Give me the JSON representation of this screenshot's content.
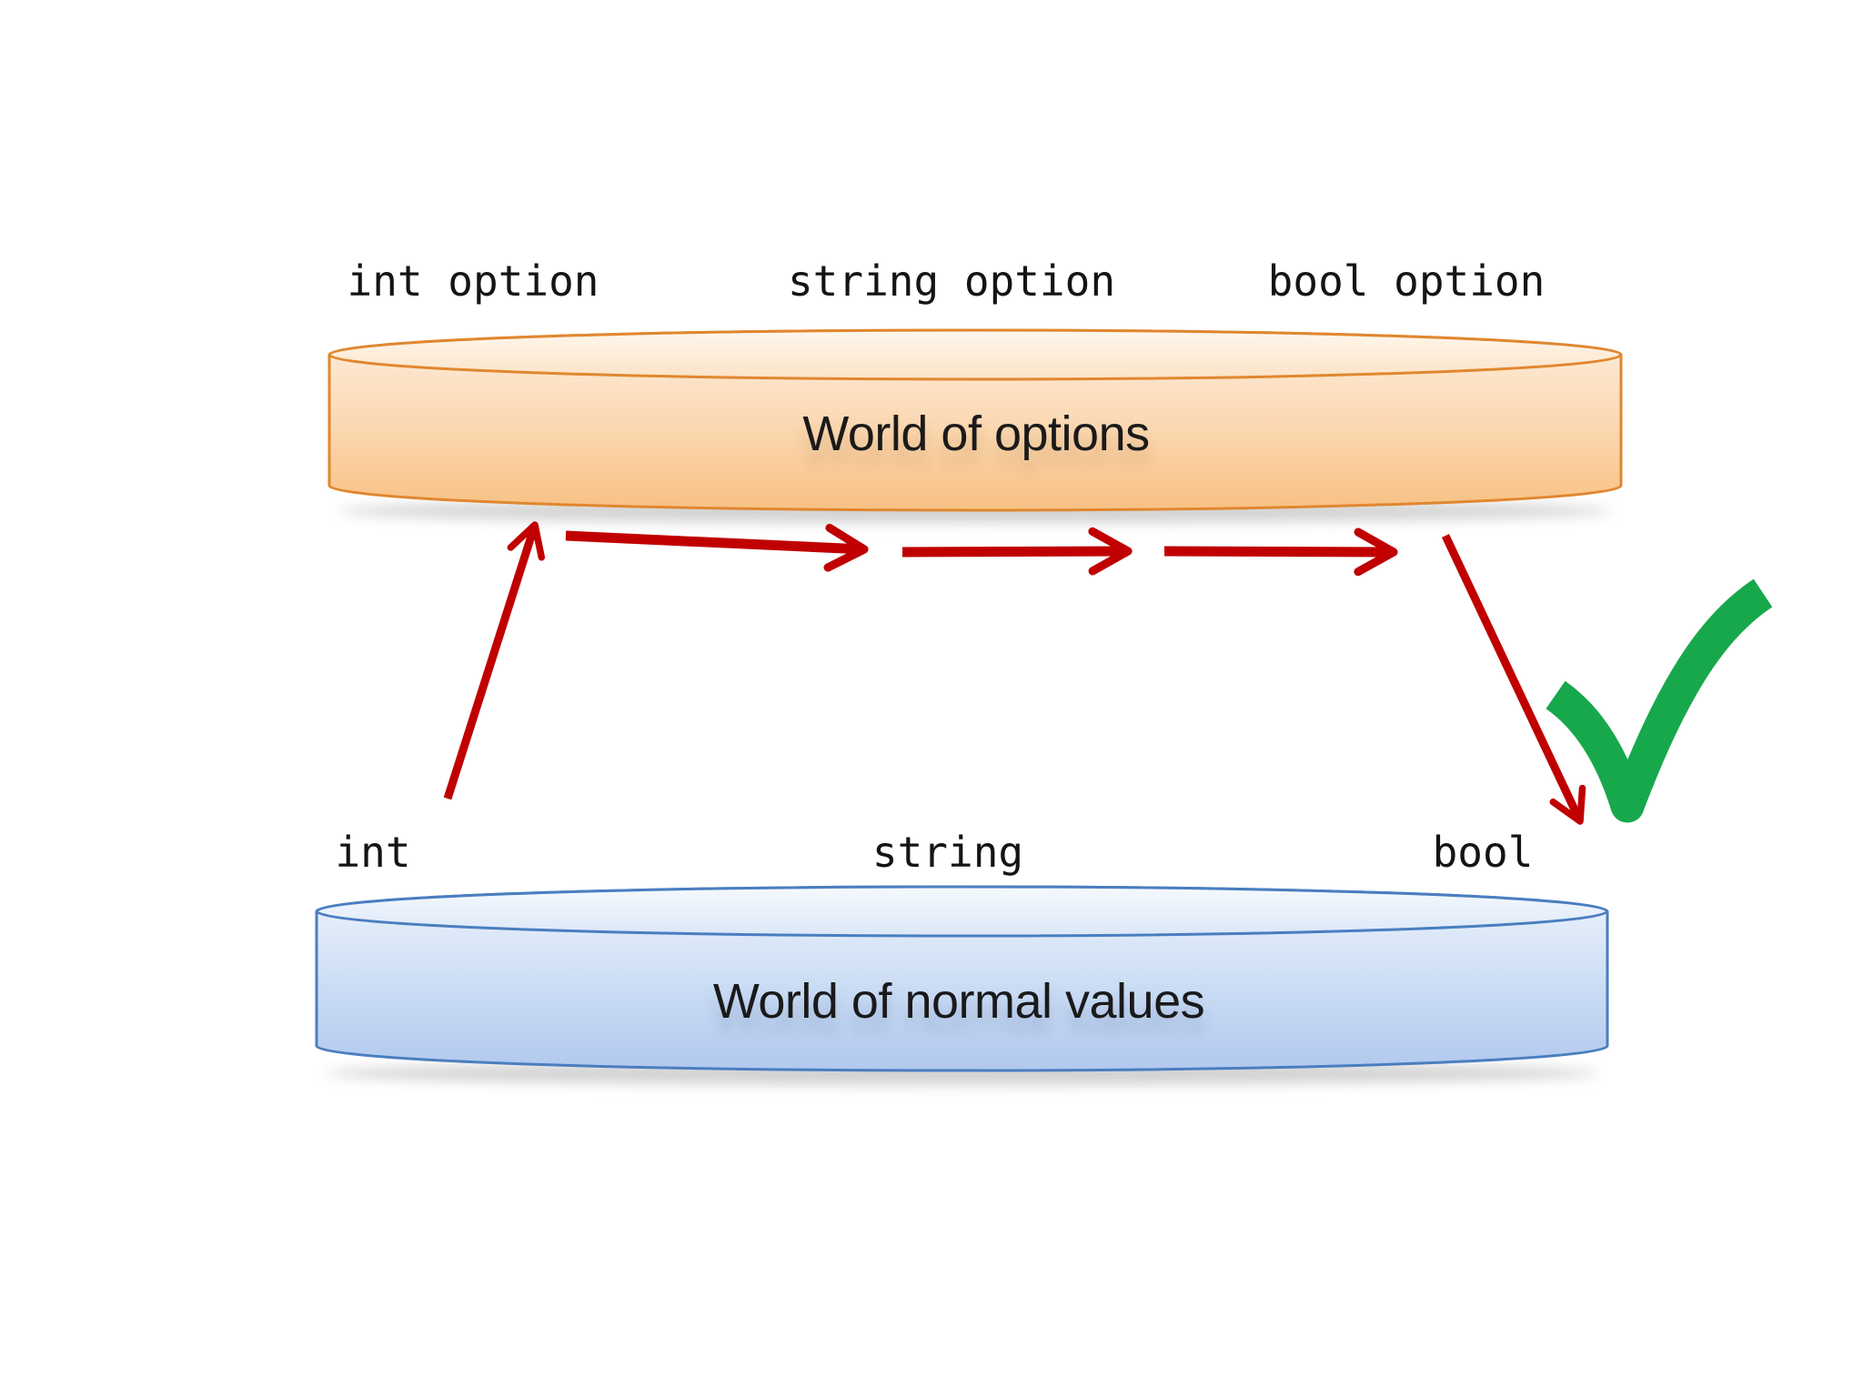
{
  "option_world": {
    "title": "World of options",
    "type_labels": [
      "int option",
      "string option",
      "bool option"
    ]
  },
  "normal_world": {
    "title": "World of normal values",
    "type_labels": [
      "int",
      "string",
      "bool"
    ]
  },
  "flow": {
    "description_icons": [
      "up-arrow",
      "right-arrow",
      "right-arrow",
      "right-arrow",
      "down-arrow",
      "checkmark"
    ]
  },
  "colors": {
    "arrow_red": "#c00000",
    "check_green": "#17a84c",
    "orange_border": "#e0872f",
    "orange_top_light": "#fef7ee",
    "orange_top_dark": "#fce3c6",
    "orange_body_light": "#feeedd",
    "orange_body_mid": "#fbd9b4",
    "orange_body_dark": "#f8c184",
    "blue_border": "#4a7ec0",
    "blue_top_light": "#f5f9fe",
    "blue_top_dark": "#dce8f8",
    "blue_body_light": "#eef4fc",
    "blue_body_mid": "#cadcf4",
    "blue_body_dark": "#b2c9ee",
    "text": "#141414"
  }
}
